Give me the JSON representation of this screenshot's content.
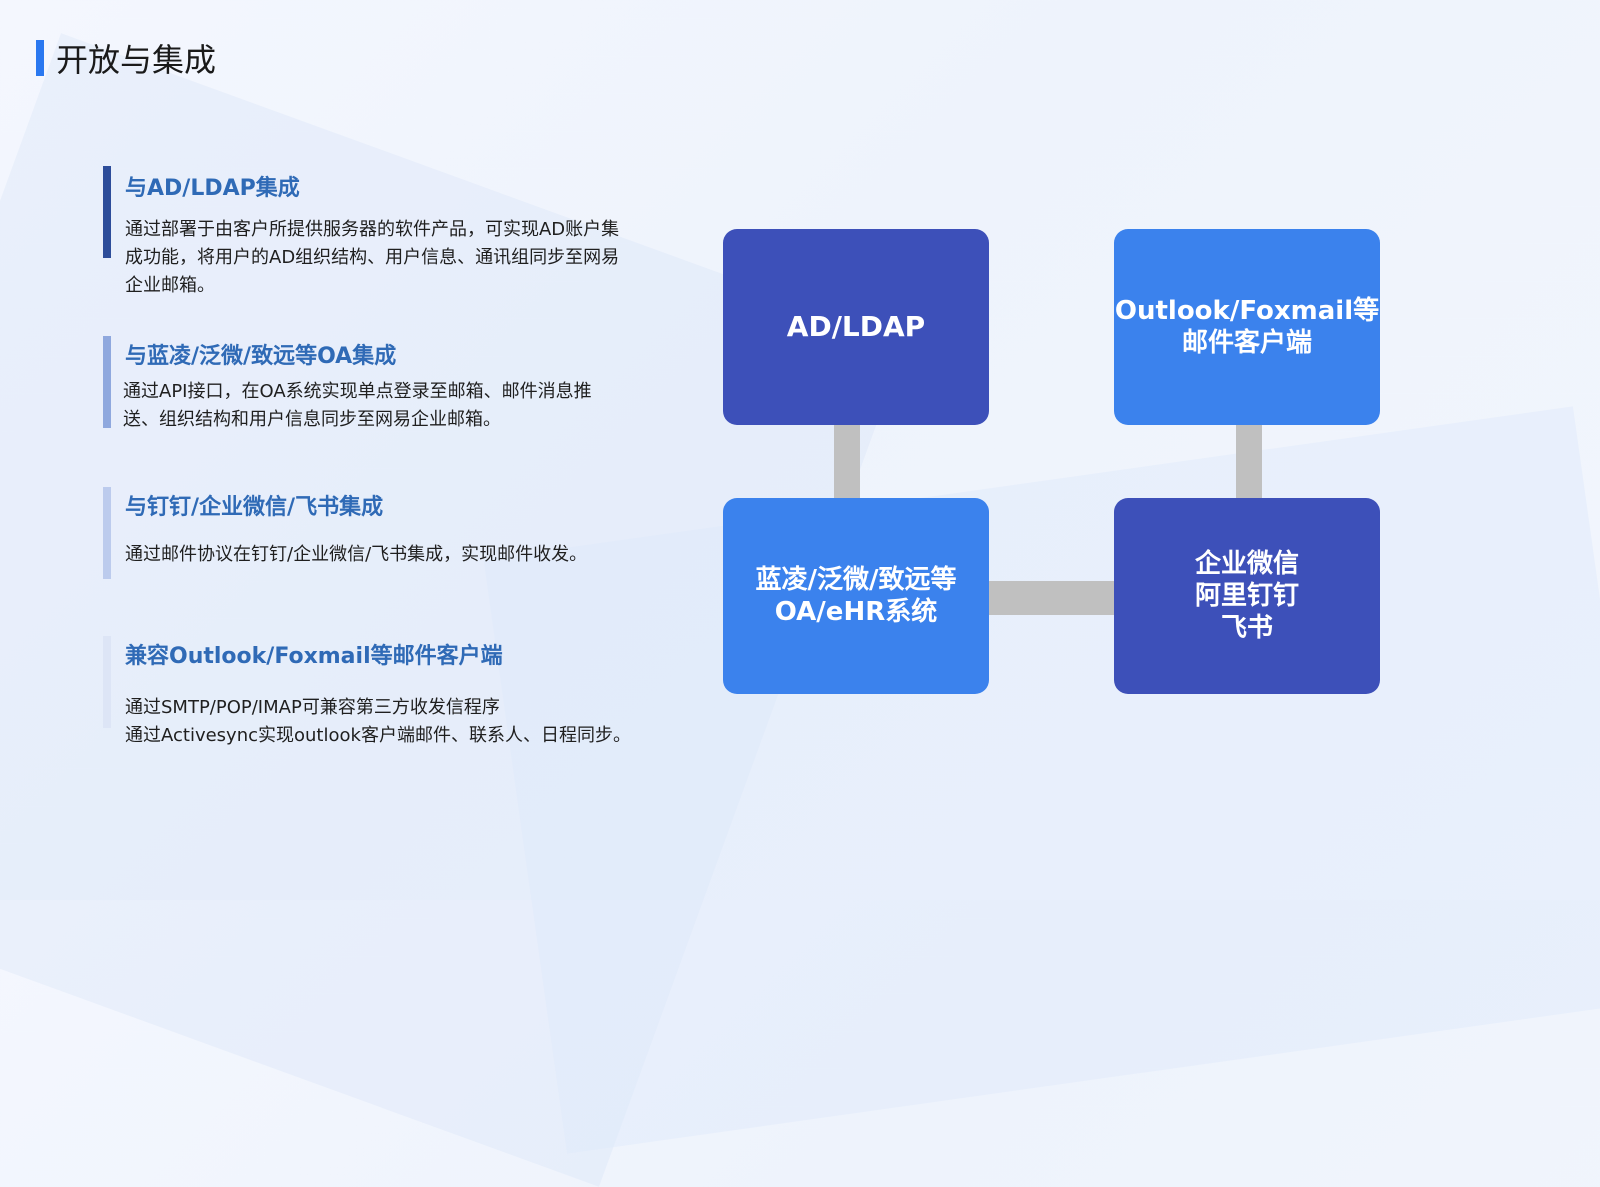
{
  "page": {
    "title": "开放与集成",
    "accent_color": "#2a78f0"
  },
  "sections": [
    {
      "heading": "与AD/LDAP集成",
      "description": "通过部署于由客户所提供服务器的软件产品，可实现AD账户集成功能，将用户的AD组织结构、用户信息、通讯组同步至网易企业邮箱。"
    },
    {
      "heading": "与蓝凌/泛微/致远等OA集成",
      "description": "通过API接口，在OA系统实现单点登录至邮箱、邮件消息推送、组织结构和用户信息同步至网易企业邮箱。"
    },
    {
      "heading": "与钉钉/企业微信/飞书集成",
      "description": "通过邮件协议在钉钉/企业微信/飞书集成，实现邮件收发。"
    },
    {
      "heading": "兼容Outlook/Foxmail等邮件客户端",
      "description": "通过SMTP/POP/IMAP可兼容第三方收发信程序\n通过Activesync实现outlook客户端邮件、联系人、日程同步。"
    }
  ],
  "diagram": {
    "nodes": [
      {
        "label": "AD/LDAP",
        "color": "#3d50b9"
      },
      {
        "label": "Outlook/Foxmail等\n邮件客户端",
        "color": "#3b82ed"
      },
      {
        "label": "蓝凌/泛微/致远等\nOA/eHR系统",
        "color": "#3b82ed"
      },
      {
        "label": "企业微信\n阿里钉钉\n飞书",
        "color": "#3d50b9"
      }
    ],
    "connector_color": "#c0c0c0"
  }
}
